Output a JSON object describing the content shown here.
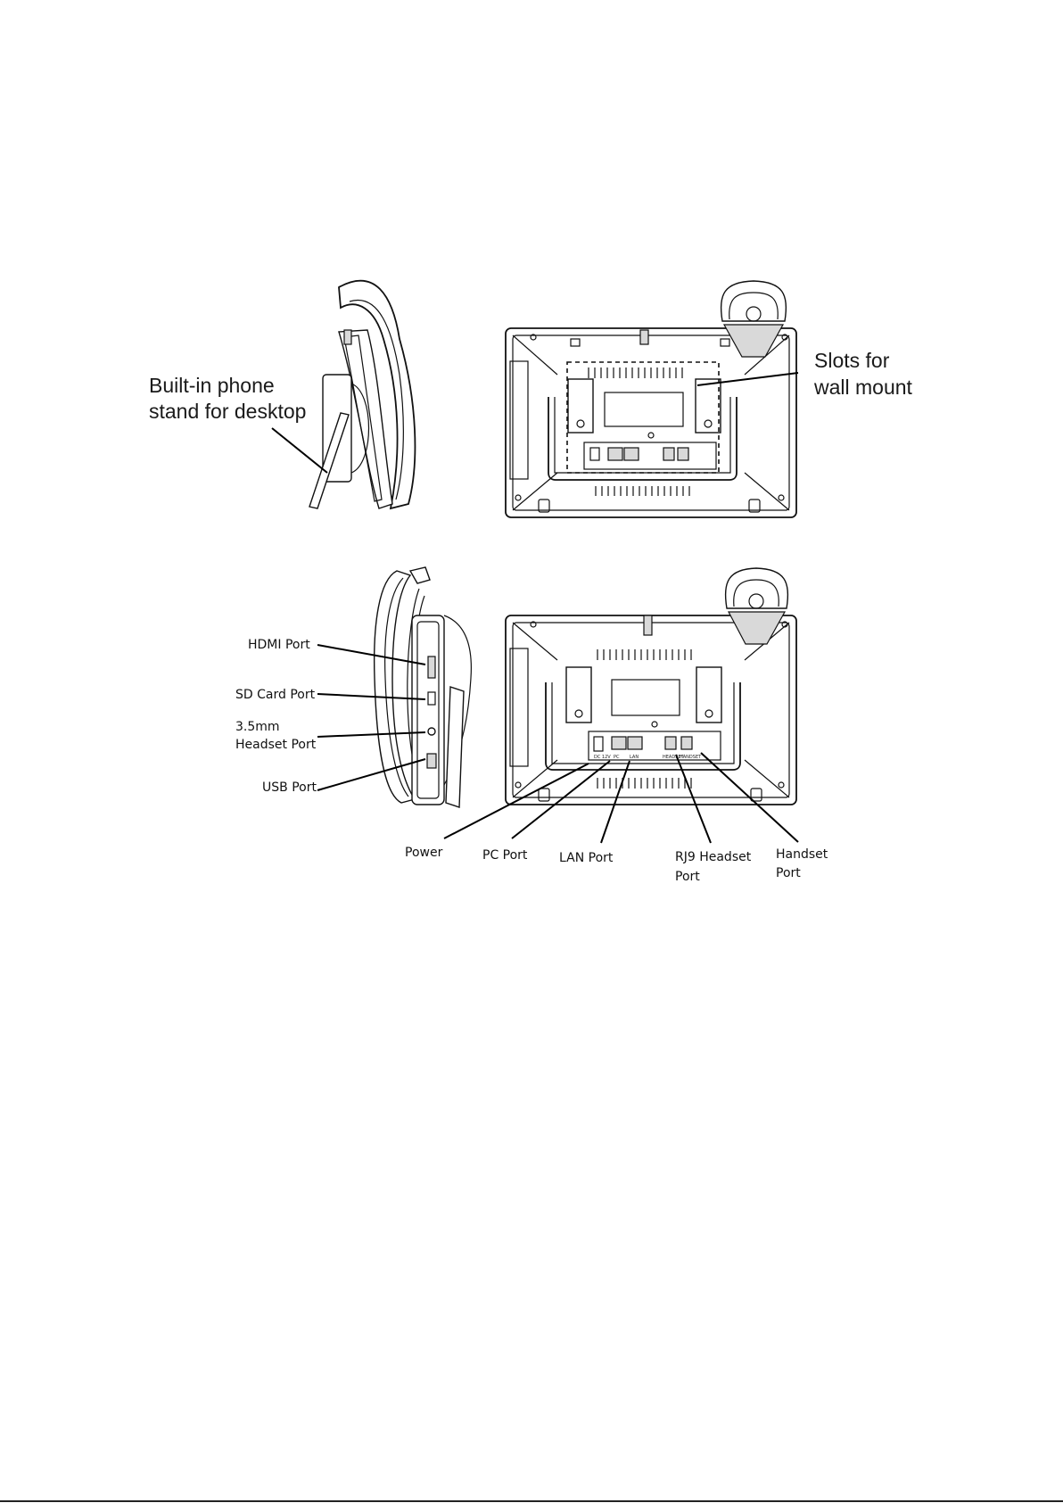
{
  "labels": {
    "stand": [
      "Built-in phone",
      "stand for desktop"
    ],
    "slots": [
      "Slots for",
      "wall mount"
    ],
    "hdmi": "HDMI Port",
    "sd": "SD Card Port",
    "headset35": [
      "3.5mm",
      "Headset Port"
    ],
    "usb": "USB Port",
    "power": "Power",
    "pc": "PC Port",
    "lan": "LAN Port",
    "rj9": [
      "RJ9 Headset",
      "Port"
    ],
    "handset": [
      "Handset",
      "Port"
    ]
  },
  "port_marks": {
    "dc": "DC 12V",
    "pc": "PC",
    "lan": "LAN",
    "headset": "HEADSET",
    "handset": "HANDSET"
  }
}
